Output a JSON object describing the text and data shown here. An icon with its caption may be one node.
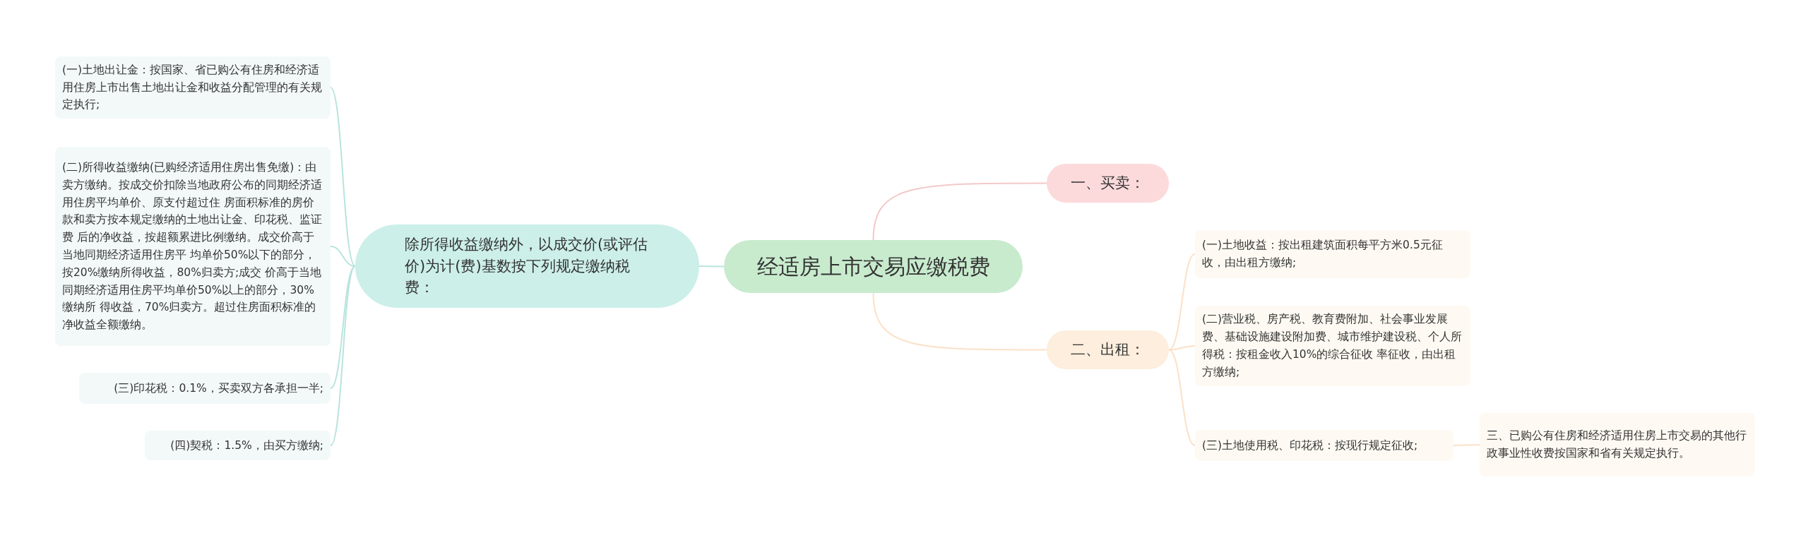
{
  "diagram": {
    "nodes": [
      {
        "text": [
          "经适房上市交易应缴税费"
        ]
      },
      {
        "text": [
          "一、买卖："
        ]
      },
      {
        "text": [
          "除所得收益缴纳外，以成交价(或评估价)为计(费)基数按下列规定缴纳税费："
        ]
      },
      {
        "text": [
          "(一)土地出让金：按国家、省已购公有住房和经济适用住房上市出售土地出让金和收益分配管理的有关规定执行;"
        ]
      },
      {
        "text": [
          "(二)所得收益缴纳(已购经济适用住房出售免缴)：由卖方缴纳。按成交价扣除当地政府公布的同期经济适用住房平均单价、原支付超过住 房面积标准的房价款和卖方按本规定缴纳的土地出让金、印花税、监证费 后的净收益，按超额累进比例缴纳。成交价高于当地同期经济适用住房平 均单价50%以下的部分，按20%缴纳所得收益，80%归卖方;成交 价高于当地同期经济适用住房平均单价50%以上的部分，30%缴纳所 得收益，70%归卖方。超过住房面积标准的净收益全额缴纳。"
        ]
      },
      {
        "text": [
          "(三)印花税：0.1%，买卖双方各承担一半;"
        ]
      },
      {
        "text": [
          "(四)契税：1.5%，由买方缴纳;"
        ]
      },
      {
        "text": [
          "二、出租："
        ]
      },
      {
        "text": [
          "(一)土地收益：按出租建筑面积每平方米0.5元征收，由出租方缴纳;"
        ]
      },
      {
        "text": [
          "(二)营业税、房产税、教育费附加、社会事业发展费、基础设施建设附加费、城市维护建设税、个人所得税：按租金收入10%的综合征收 率征收，由出租方缴纳;"
        ]
      },
      {
        "text": [
          "(三)土地使用税、印花税：按现行规定征收;"
        ]
      },
      {
        "text": [
          "三、已购公有住房和经济适用住房上市交易的其他行政事业性收费按国家和省有关规定执行。"
        ]
      }
    ],
    "edges": [
      {
        "from": 0,
        "to": 1,
        "arrow": "none",
        "color": "#f5c8c8"
      },
      {
        "from": 0,
        "to": 2,
        "arrow": "none"
      },
      {
        "from": 2,
        "to": 3,
        "arrow": "none"
      },
      {
        "from": 2,
        "to": 4,
        "arrow": "none"
      },
      {
        "from": 2,
        "to": 5,
        "arrow": "none"
      },
      {
        "from": 2,
        "to": 6,
        "arrow": "none"
      },
      {
        "from": 0,
        "to": 7,
        "arrow": "none",
        "color": "#fbe1c8"
      },
      {
        "from": 7,
        "to": 8,
        "arrow": "none",
        "color": "#fbe1c8"
      },
      {
        "from": 7,
        "to": 9,
        "arrow": "none",
        "color": "#fbe1c8"
      },
      {
        "from": 7,
        "to": 10,
        "arrow": "none",
        "color": "#fbe1c8"
      },
      {
        "from": 10,
        "to": 11,
        "arrow": "none",
        "color": "#fbe1c8"
      }
    ]
  }
}
